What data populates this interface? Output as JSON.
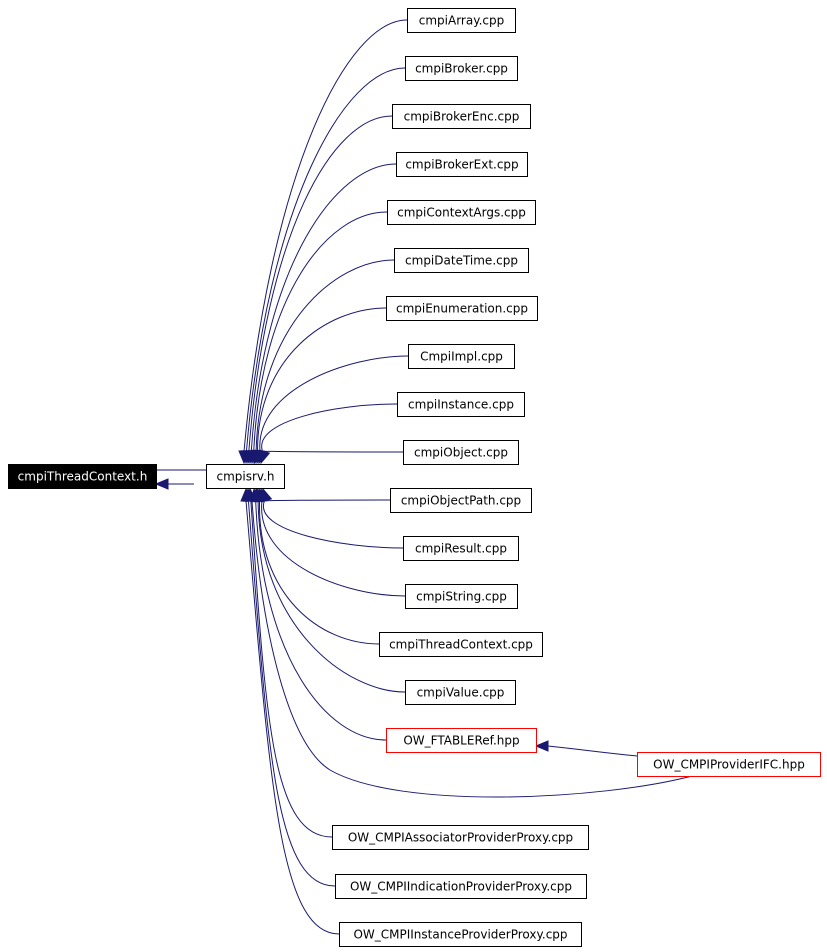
{
  "graph": {
    "root": "cmpiThreadContext.h",
    "hub": "cmpisrv.h",
    "nodes": [
      {
        "id": "root",
        "label": "cmpiThreadContext.h",
        "style": "filled"
      },
      {
        "id": "hub",
        "label": "cmpisrv.h",
        "style": "normal"
      },
      {
        "id": "n1",
        "label": "cmpiArray.cpp",
        "style": "normal"
      },
      {
        "id": "n2",
        "label": "cmpiBroker.cpp",
        "style": "normal"
      },
      {
        "id": "n3",
        "label": "cmpiBrokerEnc.cpp",
        "style": "normal"
      },
      {
        "id": "n4",
        "label": "cmpiBrokerExt.cpp",
        "style": "normal"
      },
      {
        "id": "n5",
        "label": "cmpiContextArgs.cpp",
        "style": "normal"
      },
      {
        "id": "n6",
        "label": "cmpiDateTime.cpp",
        "style": "normal"
      },
      {
        "id": "n7",
        "label": "cmpiEnumeration.cpp",
        "style": "normal"
      },
      {
        "id": "n8",
        "label": "CmpiImpl.cpp",
        "style": "normal"
      },
      {
        "id": "n9",
        "label": "cmpiInstance.cpp",
        "style": "normal"
      },
      {
        "id": "n10",
        "label": "cmpiObject.cpp",
        "style": "normal"
      },
      {
        "id": "n11",
        "label": "cmpiObjectPath.cpp",
        "style": "normal"
      },
      {
        "id": "n12",
        "label": "cmpiResult.cpp",
        "style": "normal"
      },
      {
        "id": "n13",
        "label": "cmpiString.cpp",
        "style": "normal"
      },
      {
        "id": "n14",
        "label": "cmpiThreadContext.cpp",
        "style": "normal"
      },
      {
        "id": "n15",
        "label": "cmpiValue.cpp",
        "style": "normal"
      },
      {
        "id": "n16",
        "label": "OW_FTABLERef.hpp",
        "style": "red"
      },
      {
        "id": "n17",
        "label": "OW_CMPIProviderIFC.hpp",
        "style": "red"
      },
      {
        "id": "n18",
        "label": "OW_CMPIAssociatorProviderProxy.cpp",
        "style": "normal"
      },
      {
        "id": "n19",
        "label": "OW_CMPIIndicationProviderProxy.cpp",
        "style": "normal"
      },
      {
        "id": "n20",
        "label": "OW_CMPIInstanceProviderProxy.cpp",
        "style": "normal"
      }
    ],
    "edges": [
      {
        "from": "hub",
        "to": "root"
      },
      {
        "from": "root",
        "to": "hub"
      },
      {
        "from": "n1",
        "to": "hub"
      },
      {
        "from": "n2",
        "to": "hub"
      },
      {
        "from": "n3",
        "to": "hub"
      },
      {
        "from": "n4",
        "to": "hub"
      },
      {
        "from": "n5",
        "to": "hub"
      },
      {
        "from": "n6",
        "to": "hub"
      },
      {
        "from": "n7",
        "to": "hub"
      },
      {
        "from": "n8",
        "to": "hub"
      },
      {
        "from": "n9",
        "to": "hub"
      },
      {
        "from": "n10",
        "to": "hub"
      },
      {
        "from": "n11",
        "to": "hub"
      },
      {
        "from": "n12",
        "to": "hub"
      },
      {
        "from": "n13",
        "to": "hub"
      },
      {
        "from": "n14",
        "to": "hub"
      },
      {
        "from": "n15",
        "to": "hub"
      },
      {
        "from": "n16",
        "to": "hub"
      },
      {
        "from": "n17",
        "to": "n16"
      },
      {
        "from": "n17",
        "to": "hub"
      },
      {
        "from": "n18",
        "to": "hub"
      },
      {
        "from": "n19",
        "to": "hub"
      },
      {
        "from": "n20",
        "to": "hub"
      }
    ]
  },
  "colors": {
    "edge": "#191970",
    "node_border": "#000000",
    "node_border_red": "#ff0000",
    "root_fill": "#000000",
    "root_text": "#ffffff",
    "text": "#000000",
    "background": "#ffffff"
  }
}
